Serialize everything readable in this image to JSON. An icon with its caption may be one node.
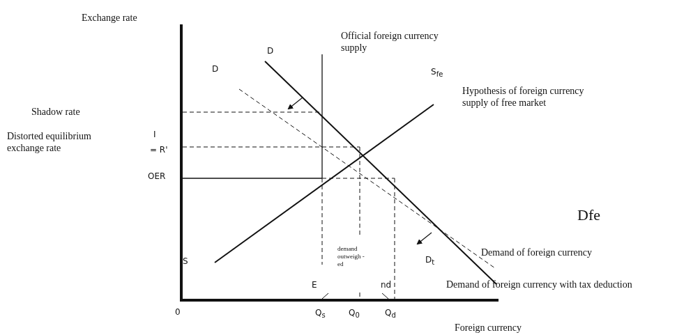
{
  "diagram": {
    "labels": [
      "Exchange rate",
      "Official foreign currency supply",
      "D",
      "D",
      "S$_{fe}$",
      "Hypothesis of foreign currency supply of free market",
      "Shadow rate",
      "Distorted equilibrium exchange rate",
      "I",
      "= R'",
      "OER",
      "Dfe",
      "Demand of foreign currency",
      "demand outweigh -ed",
      "S",
      "D$_{t}$",
      "E",
      "nd",
      "Demand of foreign currency with tax deduction",
      "0",
      "Q$_{s}$",
      "Q$_{0}$",
      "Q$_{d}$",
      "Foreign currency"
    ]
  }
}
